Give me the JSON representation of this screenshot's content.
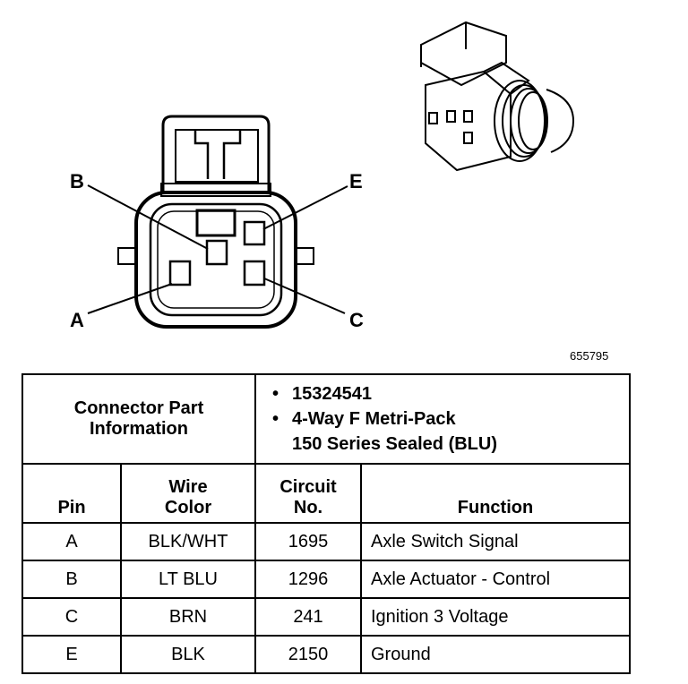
{
  "figure_number": "655795",
  "pin_labels": [
    "B",
    "E",
    "A",
    "C"
  ],
  "connector_info": {
    "label_line1": "Connector Part",
    "label_line2": "Information",
    "part_number": "15324541",
    "description_line1": "4-Way F Metri-Pack",
    "description_line2": "150 Series Sealed (BLU)"
  },
  "table": {
    "headers": {
      "pin": "Pin",
      "wire_color_1": "Wire",
      "wire_color_2": "Color",
      "circuit_1": "Circuit",
      "circuit_2": "No.",
      "function": "Function"
    },
    "rows": [
      {
        "pin": "A",
        "wire_color": "BLK/WHT",
        "circuit": "1695",
        "function": "Axle Switch Signal"
      },
      {
        "pin": "B",
        "wire_color": "LT BLU",
        "circuit": "1296",
        "function": "Axle Actuator - Control"
      },
      {
        "pin": "C",
        "wire_color": "BRN",
        "circuit": "241",
        "function": "Ignition 3 Voltage"
      },
      {
        "pin": "E",
        "wire_color": "BLK",
        "circuit": "2150",
        "function": "Ground"
      }
    ]
  }
}
